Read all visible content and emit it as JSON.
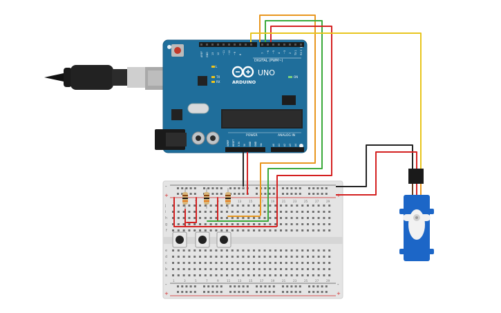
{
  "arduino": {
    "aref": "AREF",
    "gnd": "GND",
    "digital_pins": [
      "13",
      "12",
      "~11",
      "~10",
      "~9",
      "8",
      "7",
      "~6",
      "~5",
      "4",
      "~3",
      "2",
      "TX 1",
      "RX 0"
    ],
    "digital_label": "DIGITAL (PWM~)",
    "logo_text": "ARDUINO",
    "model": "UNO",
    "on_label": "ON",
    "l_label": "L",
    "tx_label": "TX",
    "rx_label": "RX",
    "power_label": "POWER",
    "analog_label": "ANALOG IN",
    "power_pins": [
      "IOREF",
      "RESET",
      "3.3V",
      "5V",
      "GND",
      "GND",
      "Vin"
    ],
    "analog_pins": [
      "A0",
      "A1",
      "A2",
      "A3",
      "A4",
      "A5"
    ]
  },
  "breadboard": {
    "row_letters_top": [
      "j",
      "i",
      "h",
      "g",
      "f"
    ],
    "row_letters_bottom": [
      "e",
      "d",
      "c",
      "b",
      "a"
    ],
    "column_numbers": [
      "1",
      "3",
      "5",
      "7",
      "9",
      "11",
      "13",
      "15",
      "17",
      "19",
      "21",
      "23",
      "25",
      "27",
      "29"
    ],
    "rail_plus": "+",
    "rail_minus": "-"
  },
  "wire_colors": {
    "orange": "#e8961e",
    "green": "#3aa93a",
    "red": "#d42020",
    "yellow": "#e8c51e",
    "black": "#222222"
  }
}
